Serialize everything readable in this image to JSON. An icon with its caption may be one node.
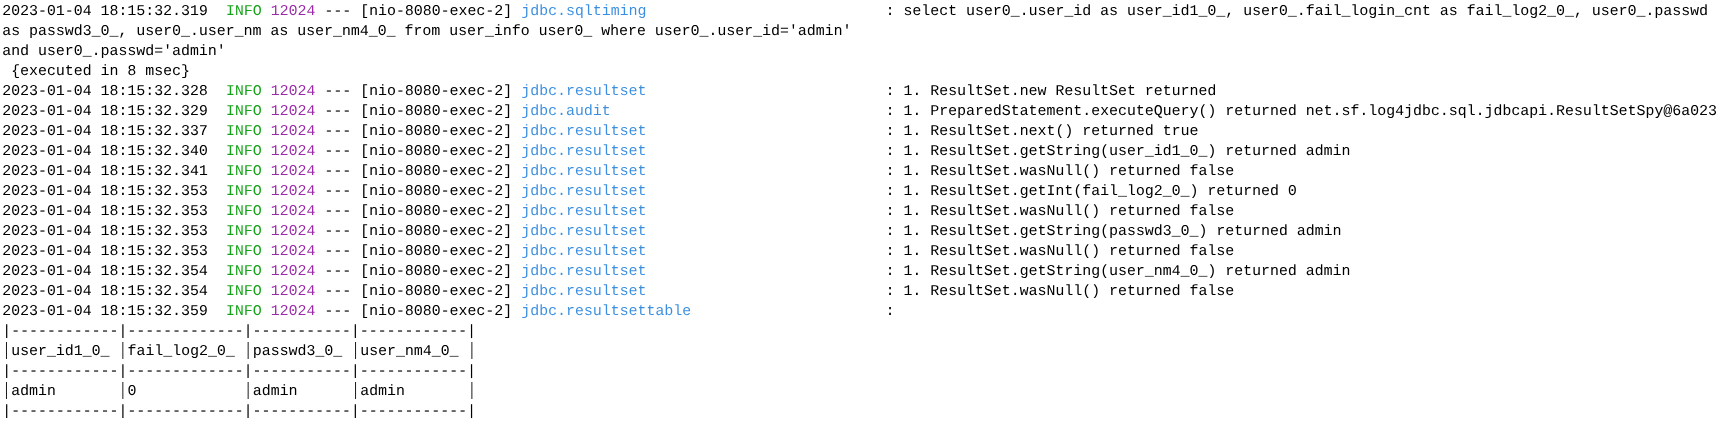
{
  "diagram": {
    "labels": [
      "2023-01-04 18:15:32.319",
      "INFO",
      "12024",
      "--- [nio-8080-exec-2]",
      "jdbc.sqltiming",
      ": select user0_.user_id as user_id1_0_, user0_.fail_login_cnt as fail_log2_0_, user0_.passwd",
      "as passwd3_0_, user0_.user_nm as user_nm4_0_ from user_info user0_ where user0_.user_id='admin'",
      "and user0_.passwd='admin'",
      "{executed in 8 msec}",
      "2023-01-04 18:15:32.328",
      "INFO",
      "12024",
      "--- [nio-8080-exec-2]",
      "jdbc.resultset",
      ": 1. ResultSet.new ResultSet returned",
      "2023-01-04 18:15:32.329",
      "INFO",
      "12024",
      "--- [nio-8080-exec-2]",
      "jdbc.audit",
      ": 1. PreparedStatement.executeQuery() returned net.sf.log4jdbc.sql.jdbcapi.ResultSetSpy@6a023",
      "2023-01-04 18:15:32.337",
      "INFO",
      "12024",
      "--- [nio-8080-exec-2]",
      "jdbc.resultset",
      ": 1. ResultSet.next() returned true",
      "2023-01-04 18:15:32.340",
      "INFO",
      "12024",
      "--- [nio-8080-exec-2]",
      "jdbc.resultset",
      ": 1. ResultSet.getString(user_id1_0_) returned admin",
      "2023-01-04 18:15:32.341",
      "INFO",
      "12024",
      "--- [nio-8080-exec-2]",
      "jdbc.resultset",
      ": 1. ResultSet.wasNull() returned false",
      "2023-01-04 18:15:32.353",
      "INFO",
      "12024",
      "--- [nio-8080-exec-2]",
      "jdbc.resultset",
      ": 1. ResultSet.getInt(fail_log2_0_) returned 0",
      "2023-01-04 18:15:32.353",
      "INFO",
      "12024",
      "--- [nio-8080-exec-2]",
      "jdbc.resultset",
      ": 1. ResultSet.wasNull() returned false",
      "2023-01-04 18:15:32.353",
      "INFO",
      "12024",
      "--- [nio-8080-exec-2]",
      "jdbc.resultset",
      ": 1. ResultSet.getString(passwd3_0_) returned admin",
      "2023-01-04 18:15:32.353",
      "INFO",
      "12024",
      "--- [nio-8080-exec-2]",
      "jdbc.resultset",
      ": 1. ResultSet.wasNull() returned false",
      "2023-01-04 18:15:32.354",
      "INFO",
      "12024",
      "--- [nio-8080-exec-2]",
      "jdbc.resultset",
      ": 1. ResultSet.getString(user_nm4_0_) returned admin",
      "2023-01-04 18:15:32.354",
      "INFO",
      "12024",
      "--- [nio-8080-exec-2]",
      "jdbc.resultset",
      ": 1. ResultSet.wasNull() returned false",
      "2023-01-04 18:15:32.359",
      "INFO",
      "12024",
      "--- [nio-8080-exec-2]",
      "jdbc.resultsettable",
      ":",
      "|------------|-------------|-----------|------------|",
      "user_id1_0_",
      "fail_log2_0_",
      "passwd3_0_",
      "user_nm4_0_",
      "|------------|-------------|-----------|------------|",
      "admin",
      "0",
      "admin",
      "admin",
      "|------------|-------------|-----------|------------|"
    ]
  }
}
